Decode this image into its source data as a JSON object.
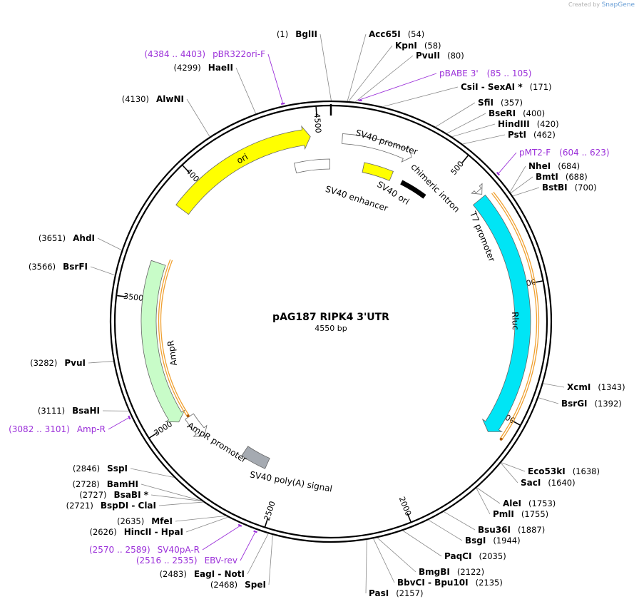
{
  "credit": {
    "prefix": "Created by",
    "brand": "SnapGene"
  },
  "plasmid": {
    "name": "pAG187 RIPK4 3'UTR",
    "size_label": "4550 bp",
    "length": 4550
  },
  "ticks": [
    {
      "pos": 500,
      "label": "500"
    },
    {
      "pos": 1000,
      "label": "1000"
    },
    {
      "pos": 1500,
      "label": "1500"
    },
    {
      "pos": 2000,
      "label": "2000"
    },
    {
      "pos": 2500,
      "label": "2500"
    },
    {
      "pos": 3000,
      "label": "3000"
    },
    {
      "pos": 3500,
      "label": "3500"
    },
    {
      "pos": 4000,
      "label": "4000"
    },
    {
      "pos": 4500,
      "label": "4500"
    }
  ],
  "features": [
    {
      "name": "ori",
      "start": 3880,
      "end": 4470,
      "dir": 1,
      "color": "#ffff00"
    },
    {
      "name": "SV40 promoter",
      "start": 45,
      "end": 330,
      "dir": 1,
      "color": "#ffffff"
    },
    {
      "name": "SV40 enhancer",
      "start": 4385,
      "end": 4545,
      "dir": 0,
      "color": "#ffffff"
    },
    {
      "name": "SV40 ori",
      "start": 150,
      "end": 285,
      "dir": 0,
      "color": "#ffff00"
    },
    {
      "name": "chimeric intron",
      "start": 340,
      "end": 465,
      "dir": 0,
      "color": "#000000"
    },
    {
      "name": "T7 promoter",
      "start": 612,
      "end": 630,
      "dir": 1,
      "color": "#ffffff"
    },
    {
      "name": "Rluc",
      "start": 640,
      "end": 1580,
      "dir": 1,
      "color": "#00e5f5"
    },
    {
      "name": "SV40 poly(A) signal",
      "start": 2580,
      "end": 2700,
      "dir": 0,
      "color": "#a5aab1"
    },
    {
      "name": "AmpR promoter",
      "start": 2880,
      "end": 2985,
      "dir": -1,
      "color": "#ffffff"
    },
    {
      "name": "AmpR",
      "start": 2990,
      "end": 3650,
      "dir": -1,
      "color": "#c8fcc8"
    }
  ],
  "orfs": [
    {
      "start": 650,
      "end": 1575,
      "dir": 1
    },
    {
      "start": 2990,
      "end": 3680,
      "dir": -1
    }
  ],
  "sites": [
    {
      "name": "BglII",
      "pos_label": "(1)",
      "pos": 1
    },
    {
      "name": "Acc65I",
      "pos_label": "(54)",
      "pos": 54
    },
    {
      "name": "KpnI",
      "pos_label": "(58)",
      "pos": 58
    },
    {
      "name": "PvuII",
      "pos_label": "(80)",
      "pos": 80
    },
    {
      "name": "CsiI  -  SexAI *",
      "pos_label": "(171)",
      "pos": 171
    },
    {
      "name": "SfiI",
      "pos_label": "(357)",
      "pos": 357
    },
    {
      "name": "BseRI",
      "pos_label": "(400)",
      "pos": 400
    },
    {
      "name": "HindIII",
      "pos_label": "(420)",
      "pos": 420
    },
    {
      "name": "PstI",
      "pos_label": "(462)",
      "pos": 462
    },
    {
      "name": "NheI",
      "pos_label": "(684)",
      "pos": 684
    },
    {
      "name": "BmtI",
      "pos_label": "(688)",
      "pos": 688
    },
    {
      "name": "BstBI",
      "pos_label": "(700)",
      "pos": 700
    },
    {
      "name": "XcmI",
      "pos_label": "(1343)",
      "pos": 1343
    },
    {
      "name": "BsrGI",
      "pos_label": "(1392)",
      "pos": 1392
    },
    {
      "name": "Eco53kI",
      "pos_label": "(1638)",
      "pos": 1638
    },
    {
      "name": "SacI",
      "pos_label": "(1640)",
      "pos": 1640
    },
    {
      "name": "AleI",
      "pos_label": "(1753)",
      "pos": 1753
    },
    {
      "name": "PmlI",
      "pos_label": "(1755)",
      "pos": 1755
    },
    {
      "name": "Bsu36I",
      "pos_label": "(1887)",
      "pos": 1887
    },
    {
      "name": "BsgI",
      "pos_label": "(1944)",
      "pos": 1944
    },
    {
      "name": "PaqCI",
      "pos_label": "(2035)",
      "pos": 2035
    },
    {
      "name": "BmgBI",
      "pos_label": "(2122)",
      "pos": 2122
    },
    {
      "name": "BbvCI  -  Bpu10I",
      "pos_label": "(2135)",
      "pos": 2135
    },
    {
      "name": "PasI",
      "pos_label": "(2157)",
      "pos": 2157
    },
    {
      "name": "SpeI",
      "pos_label": "(2468)",
      "pos": 2468
    },
    {
      "name": "EagI  -  NotI",
      "pos_label": "(2483)",
      "pos": 2483
    },
    {
      "name": "HincII  -  HpaI",
      "pos_label": "(2626)",
      "pos": 2626
    },
    {
      "name": "MfeI",
      "pos_label": "(2635)",
      "pos": 2635
    },
    {
      "name": "BspDI  -  ClaI",
      "pos_label": "(2721)",
      "pos": 2721
    },
    {
      "name": "BsaBI *",
      "pos_label": "(2727)",
      "pos": 2727
    },
    {
      "name": "BamHI",
      "pos_label": "(2728)",
      "pos": 2728
    },
    {
      "name": "SspI",
      "pos_label": "(2846)",
      "pos": 2846
    },
    {
      "name": "BsaHI",
      "pos_label": "(3111)",
      "pos": 3111
    },
    {
      "name": "PvuI",
      "pos_label": "(3282)",
      "pos": 3282
    },
    {
      "name": "BsrFI",
      "pos_label": "(3566)",
      "pos": 3566
    },
    {
      "name": "AhdI",
      "pos_label": "(3651)",
      "pos": 3651
    },
    {
      "name": "AlwNI",
      "pos_label": "(4130)",
      "pos": 4130
    },
    {
      "name": "HaeII",
      "pos_label": "(4299)",
      "pos": 4299
    }
  ],
  "primers": [
    {
      "name": "pBABE 3'",
      "range_label": "(85 .. 105)",
      "pos": 95
    },
    {
      "name": "pMT2-F",
      "range_label": "(604 .. 623)",
      "pos": 613
    },
    {
      "name": "Amp-R",
      "range_label": "(3082 .. 3101)",
      "pos": 3091
    },
    {
      "name": "SV40pA-R",
      "range_label": "(2570 .. 2589)",
      "pos": 2579
    },
    {
      "name": "EBV-rev",
      "range_label": "(2516 .. 2535)",
      "pos": 2525
    },
    {
      "name": "pBR322ori-F",
      "range_label": "(4384 .. 4403)",
      "pos": 4393
    }
  ],
  "colors": {
    "backbone": "#000000",
    "primer": "#9b30d9",
    "orf": "#f0a030"
  }
}
